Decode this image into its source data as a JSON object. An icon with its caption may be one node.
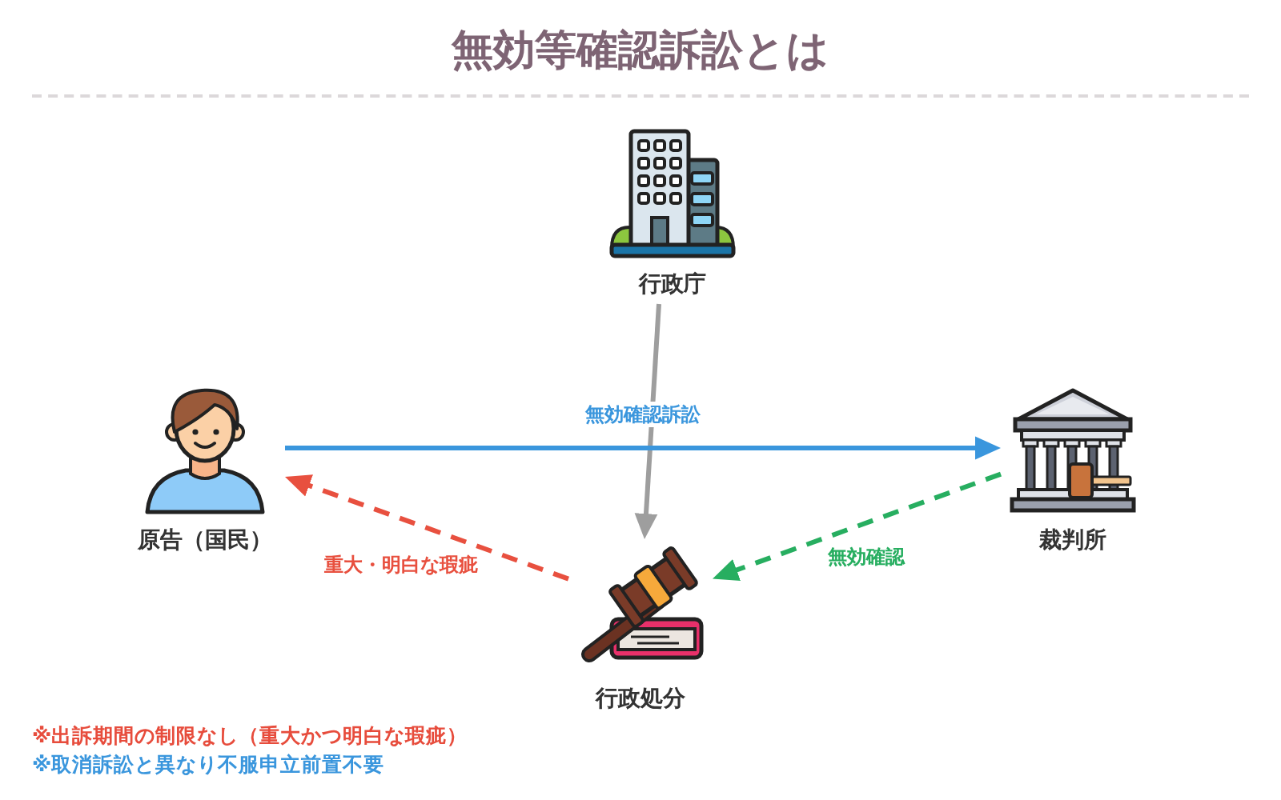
{
  "diagram": {
    "title": "無効等確認訴訟とは",
    "nodes": [
      {
        "text": [
          "行政庁"
        ]
      },
      {
        "text": [
          "原告（国民）"
        ]
      },
      {
        "text": [
          "裁判所"
        ]
      },
      {
        "text": [
          "行政処分"
        ]
      }
    ],
    "edges": [
      {
        "from": 0,
        "to": 3,
        "arrow": "to",
        "color": "#9e9e9e"
      },
      {
        "from": 1,
        "to": 2,
        "arrow": "to",
        "label": "無効確認訴訟",
        "color": "#3a96dd"
      },
      {
        "from": 3,
        "to": 1,
        "arrow": "to",
        "label": "重大・明白な瑕疵",
        "style": "dashed",
        "color": "#e8503f"
      },
      {
        "from": 2,
        "to": 3,
        "arrow": "to",
        "label": "無効確認",
        "style": "dashed",
        "color": "#27ae60"
      }
    ],
    "labels": [
      "※出訴期間の制限なし（重大かつ明白な瑕疵）",
      "※取消訴訟と異なり不服申立前置不要"
    ]
  }
}
